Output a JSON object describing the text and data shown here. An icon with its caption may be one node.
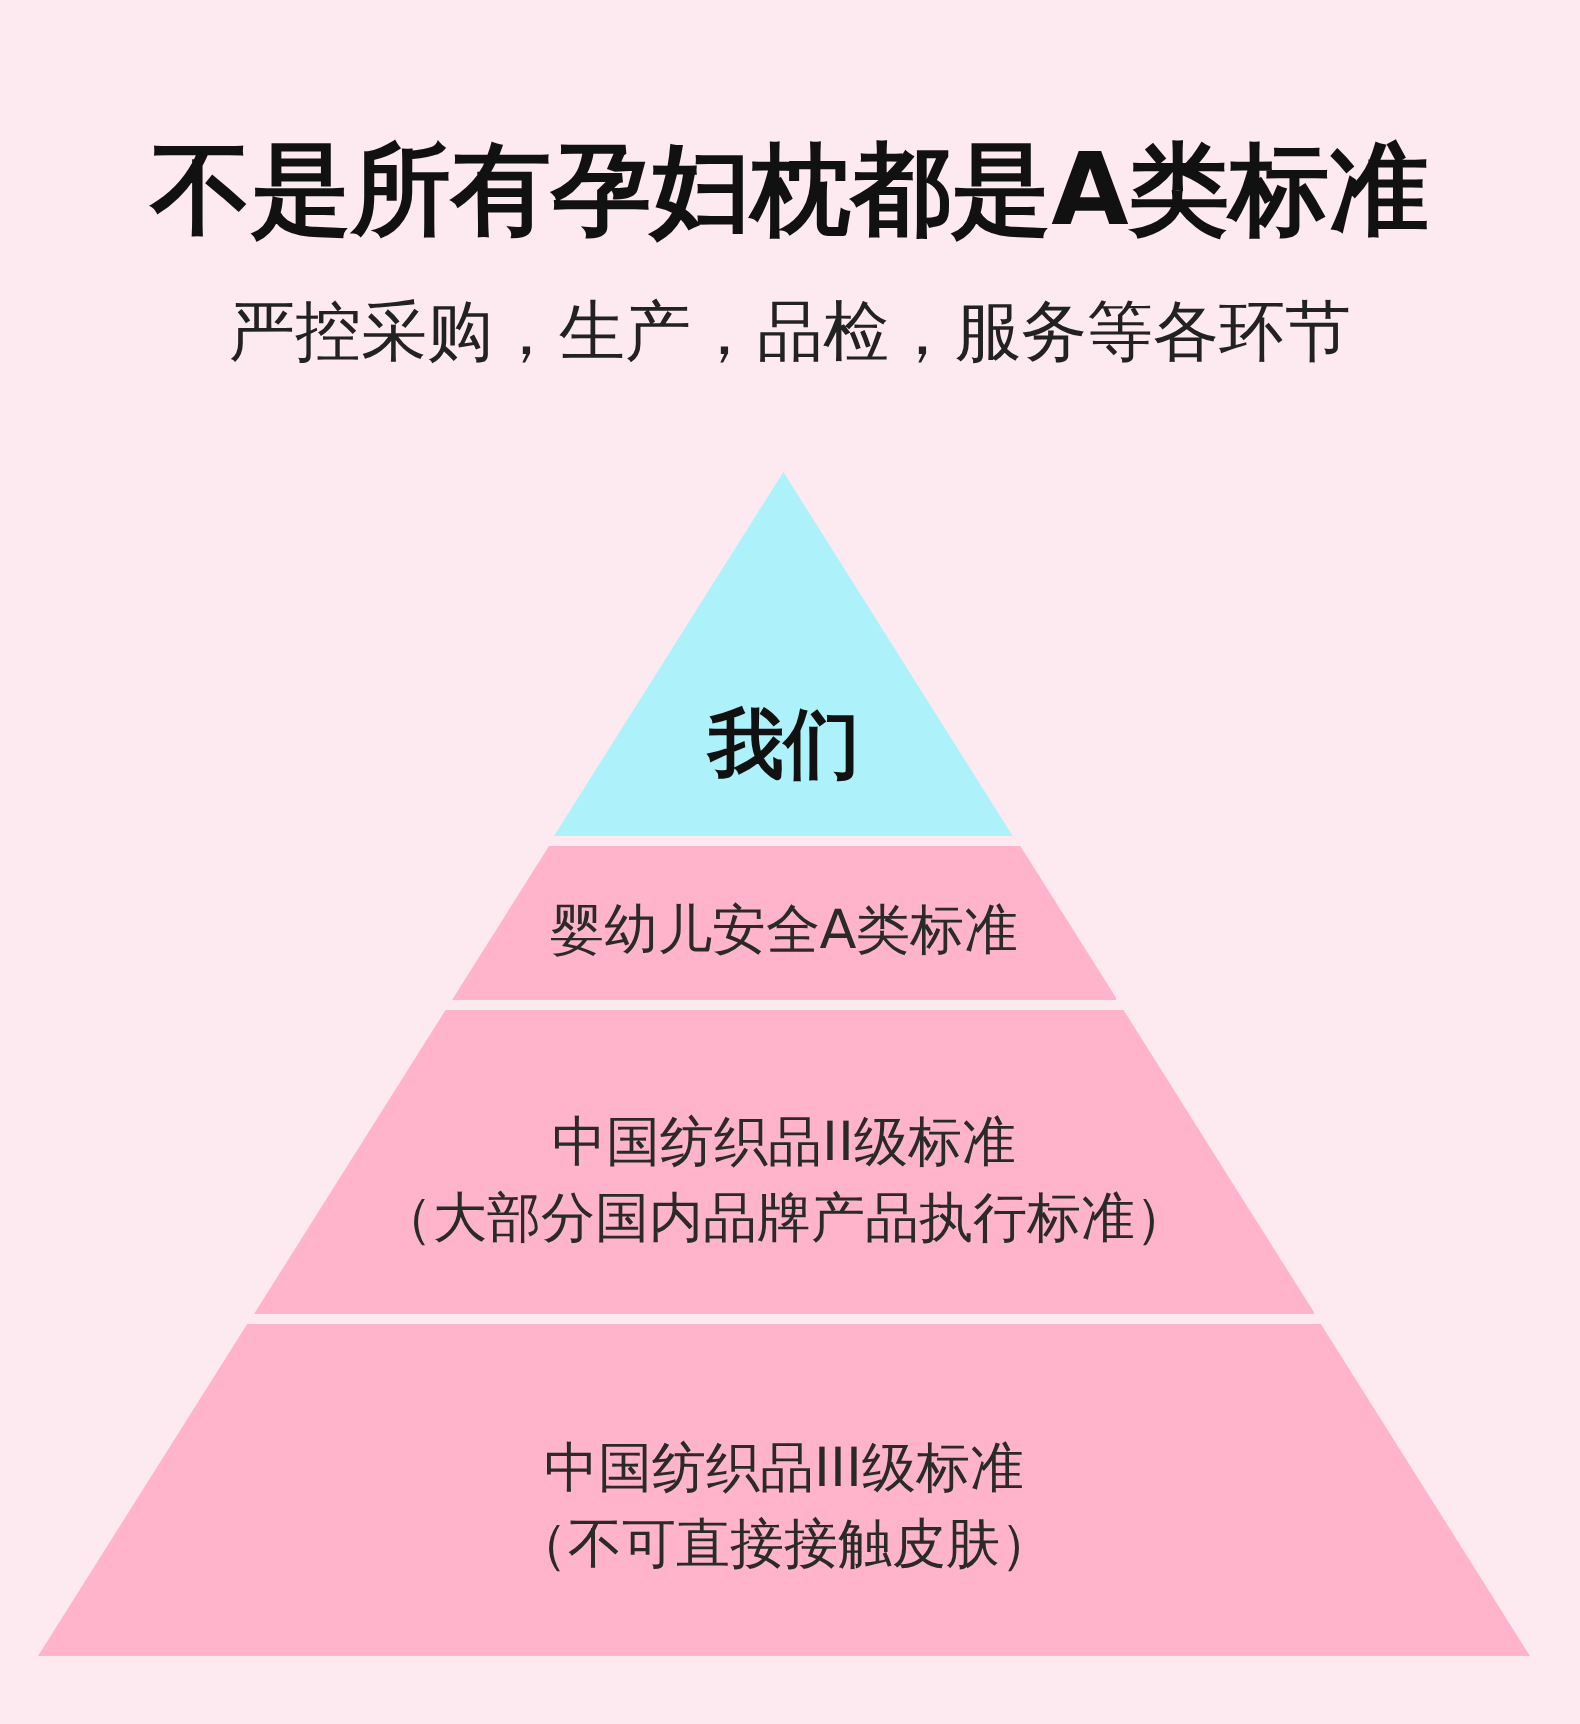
{
  "diagram": {
    "title": "不是所有孕妇枕都是A类标准",
    "nodes": [
      {
        "text": [
          "我们"
        ]
      },
      {
        "text": [
          "婴幼儿安全A类标准"
        ]
      },
      {
        "text": [
          "中国纺织品II级标准",
          "（大部分国内品牌产品执行标准）"
        ]
      },
      {
        "text": [
          "中国纺织品III级标准",
          "（不可直接接触皮肤）"
        ]
      }
    ],
    "labels": [
      "严控采购，生产，品检，服务等各环节"
    ]
  }
}
